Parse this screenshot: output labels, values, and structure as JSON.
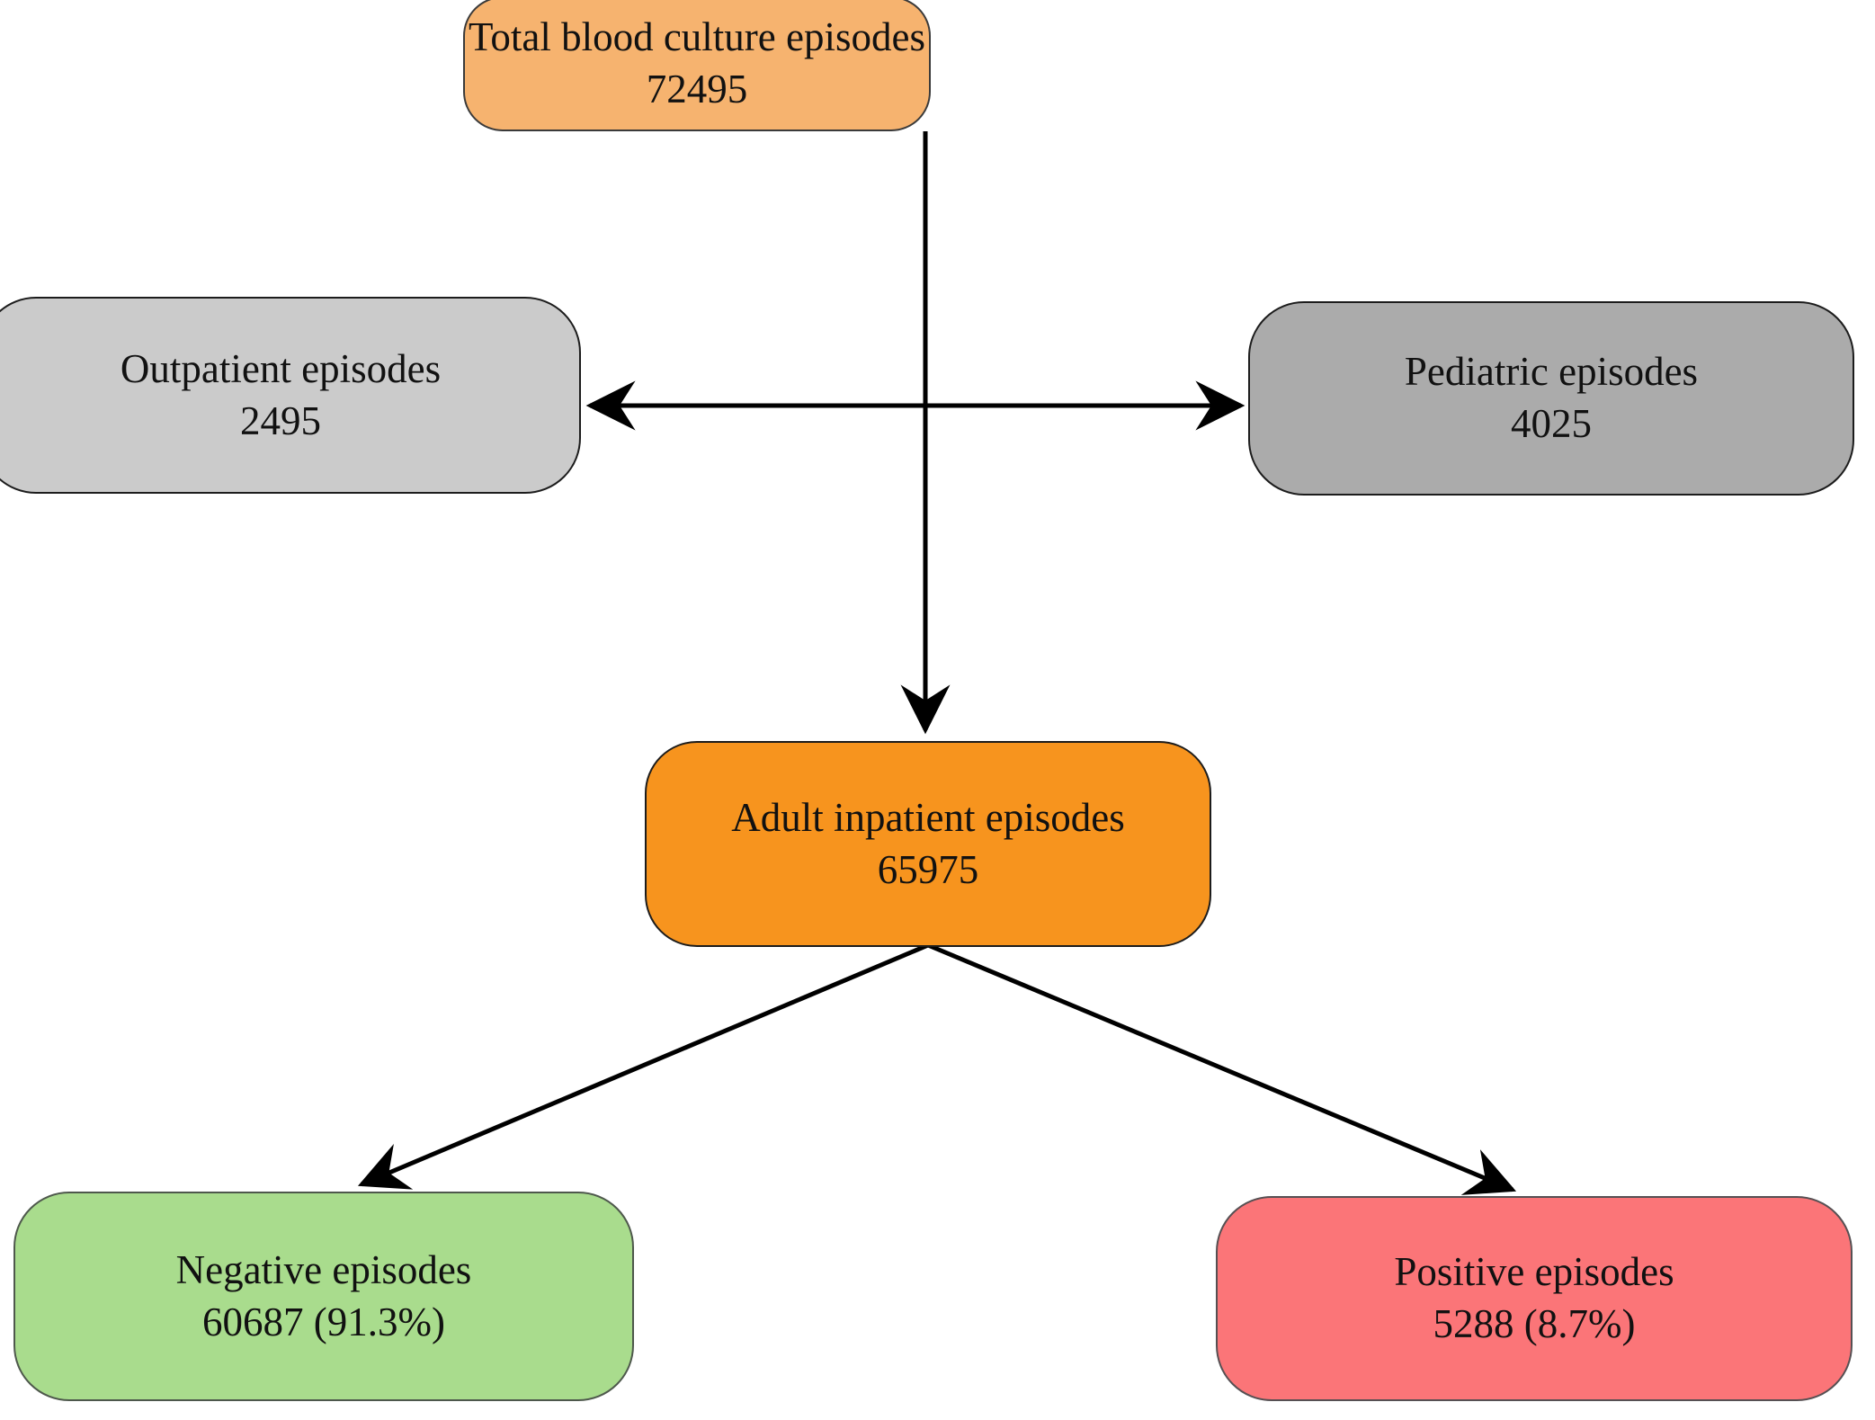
{
  "diagram": {
    "type": "flowchart",
    "description": "Blood culture episodes triage flowchart",
    "arrow_color": "#000000",
    "nodes": {
      "total": {
        "label": "Total blood culture episodes",
        "value": "72495",
        "color": "#F6B36F"
      },
      "outpatient": {
        "label": "Outpatient episodes",
        "value": "2495",
        "color": "#CBCBCB"
      },
      "pediatric": {
        "label": "Pediatric episodes",
        "value": "4025",
        "color": "#ABABAB"
      },
      "adult": {
        "label": "Adult inpatient episodes",
        "value": "65975",
        "color": "#F7941E"
      },
      "negative": {
        "label": "Negative episodes",
        "value": "60687 (91.3%)",
        "color": "#A9DC8D"
      },
      "positive": {
        "label": "Positive episodes",
        "value": "5288 (8.7%)",
        "color": "#FB7578"
      }
    },
    "edges": [
      {
        "from": "total",
        "to": "adult",
        "style": "vertical-arrow"
      },
      {
        "from": "total",
        "to": "outpatient",
        "style": "horizontal-branch-arrow"
      },
      {
        "from": "total",
        "to": "pediatric",
        "style": "horizontal-branch-arrow"
      },
      {
        "from": "adult",
        "to": "negative",
        "style": "diagonal-arrow"
      },
      {
        "from": "adult",
        "to": "positive",
        "style": "diagonal-arrow"
      }
    ]
  }
}
